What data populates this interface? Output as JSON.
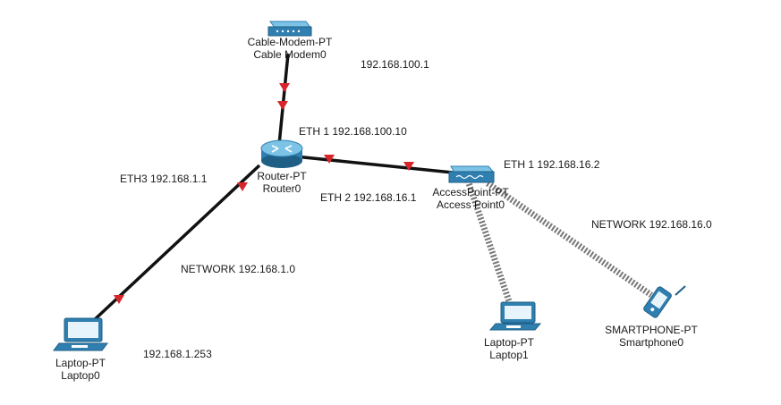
{
  "devices": {
    "modem": {
      "type_label": "Cable-Modem-PT",
      "name_label": "Cable Modem0"
    },
    "router": {
      "type_label": "Router-PT",
      "name_label": "Router0"
    },
    "access_point": {
      "type_label": "AccessPoint-PT",
      "name_label": "Access Point0"
    },
    "laptop0": {
      "type_label": "Laptop-PT",
      "name_label": "Laptop0"
    },
    "laptop1": {
      "type_label": "Laptop-PT",
      "name_label": "Laptop1"
    },
    "smartphone": {
      "type_label": "SMARTPHONE-PT",
      "name_label": "Smartphone0"
    }
  },
  "notes": {
    "modem_ip": "192.168.100.1",
    "router_eth1": "ETH 1 192.168.100.10",
    "router_eth3": "ETH3 192.168.1.1",
    "router_eth2": "ETH 2 192.168.16.1",
    "ap_eth1": "ETH 1 192.168.16.2",
    "network_lan": "NETWORK 192.168.1.0",
    "network_wifi": "NETWORK 192.168.16.0",
    "laptop0_ip": "192.168.1.253"
  },
  "colors": {
    "cable": "#111111",
    "link_arrow": "#d8252a",
    "wireless": "#6f6f6f",
    "device_blue": "#2f7fb0",
    "device_dark": "#1f5f86"
  }
}
